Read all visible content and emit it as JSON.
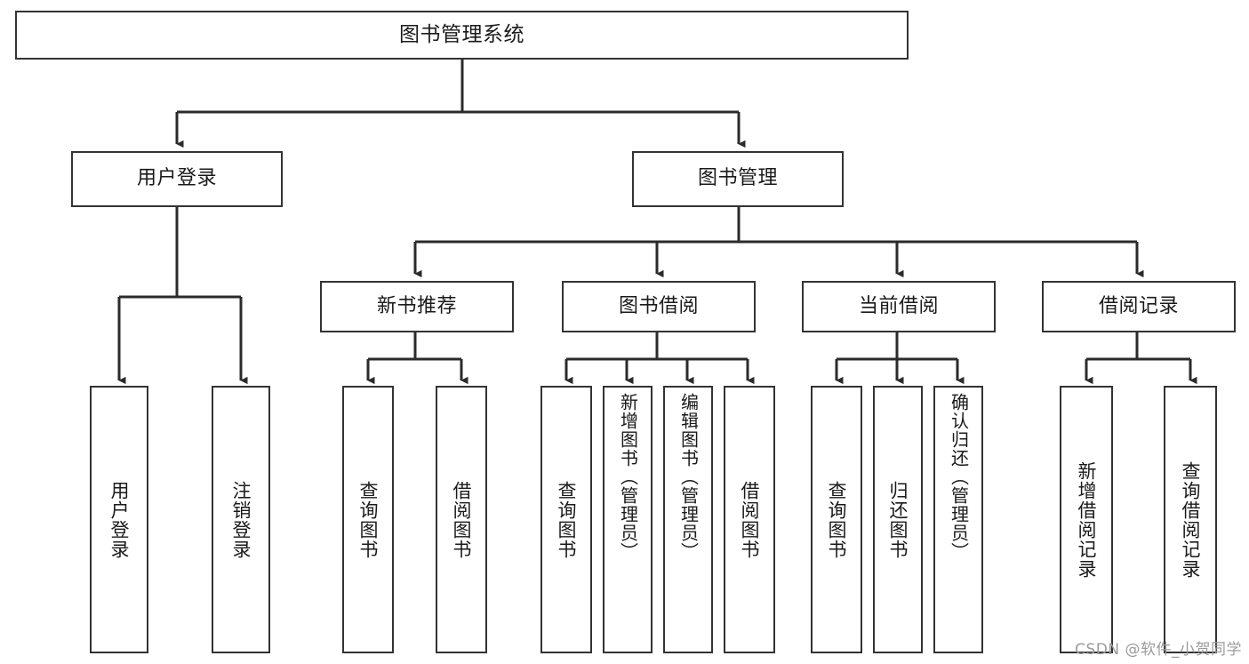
{
  "diagram": {
    "title": "图书管理系统",
    "watermark": "CSDN @软件_小贺同学",
    "colors": {
      "background": "#ffffff",
      "node_border": "#333333",
      "node_fill": "#ffffff",
      "edge": "#2b2b2b",
      "text": "#1a1a1a",
      "watermark": "#9b9b9b"
    },
    "root": {
      "label": "图书管理系统"
    },
    "level2": [
      {
        "label": "用户登录"
      },
      {
        "label": "图书管理"
      }
    ],
    "level3": [
      {
        "label": "新书推荐"
      },
      {
        "label": "图书借阅"
      },
      {
        "label": "当前借阅"
      },
      {
        "label": "借阅记录"
      }
    ],
    "leaves": {
      "user_login": [
        {
          "label": "用户登录"
        },
        {
          "label": "注销登录"
        }
      ],
      "new_book_recommend": [
        {
          "label": "查询图书"
        },
        {
          "label": "借阅图书"
        }
      ],
      "book_borrow": [
        {
          "label": "查询图书"
        },
        {
          "label": "新增图书（管理员）"
        },
        {
          "label": "编辑图书（管理员）"
        },
        {
          "label": "借阅图书"
        }
      ],
      "current_borrow": [
        {
          "label": "查询图书"
        },
        {
          "label": "归还图书"
        },
        {
          "label": "确认归还（管理员）"
        }
      ],
      "borrow_record": [
        {
          "label": "新增借阅记录"
        },
        {
          "label": "查询借阅记录"
        }
      ]
    }
  }
}
